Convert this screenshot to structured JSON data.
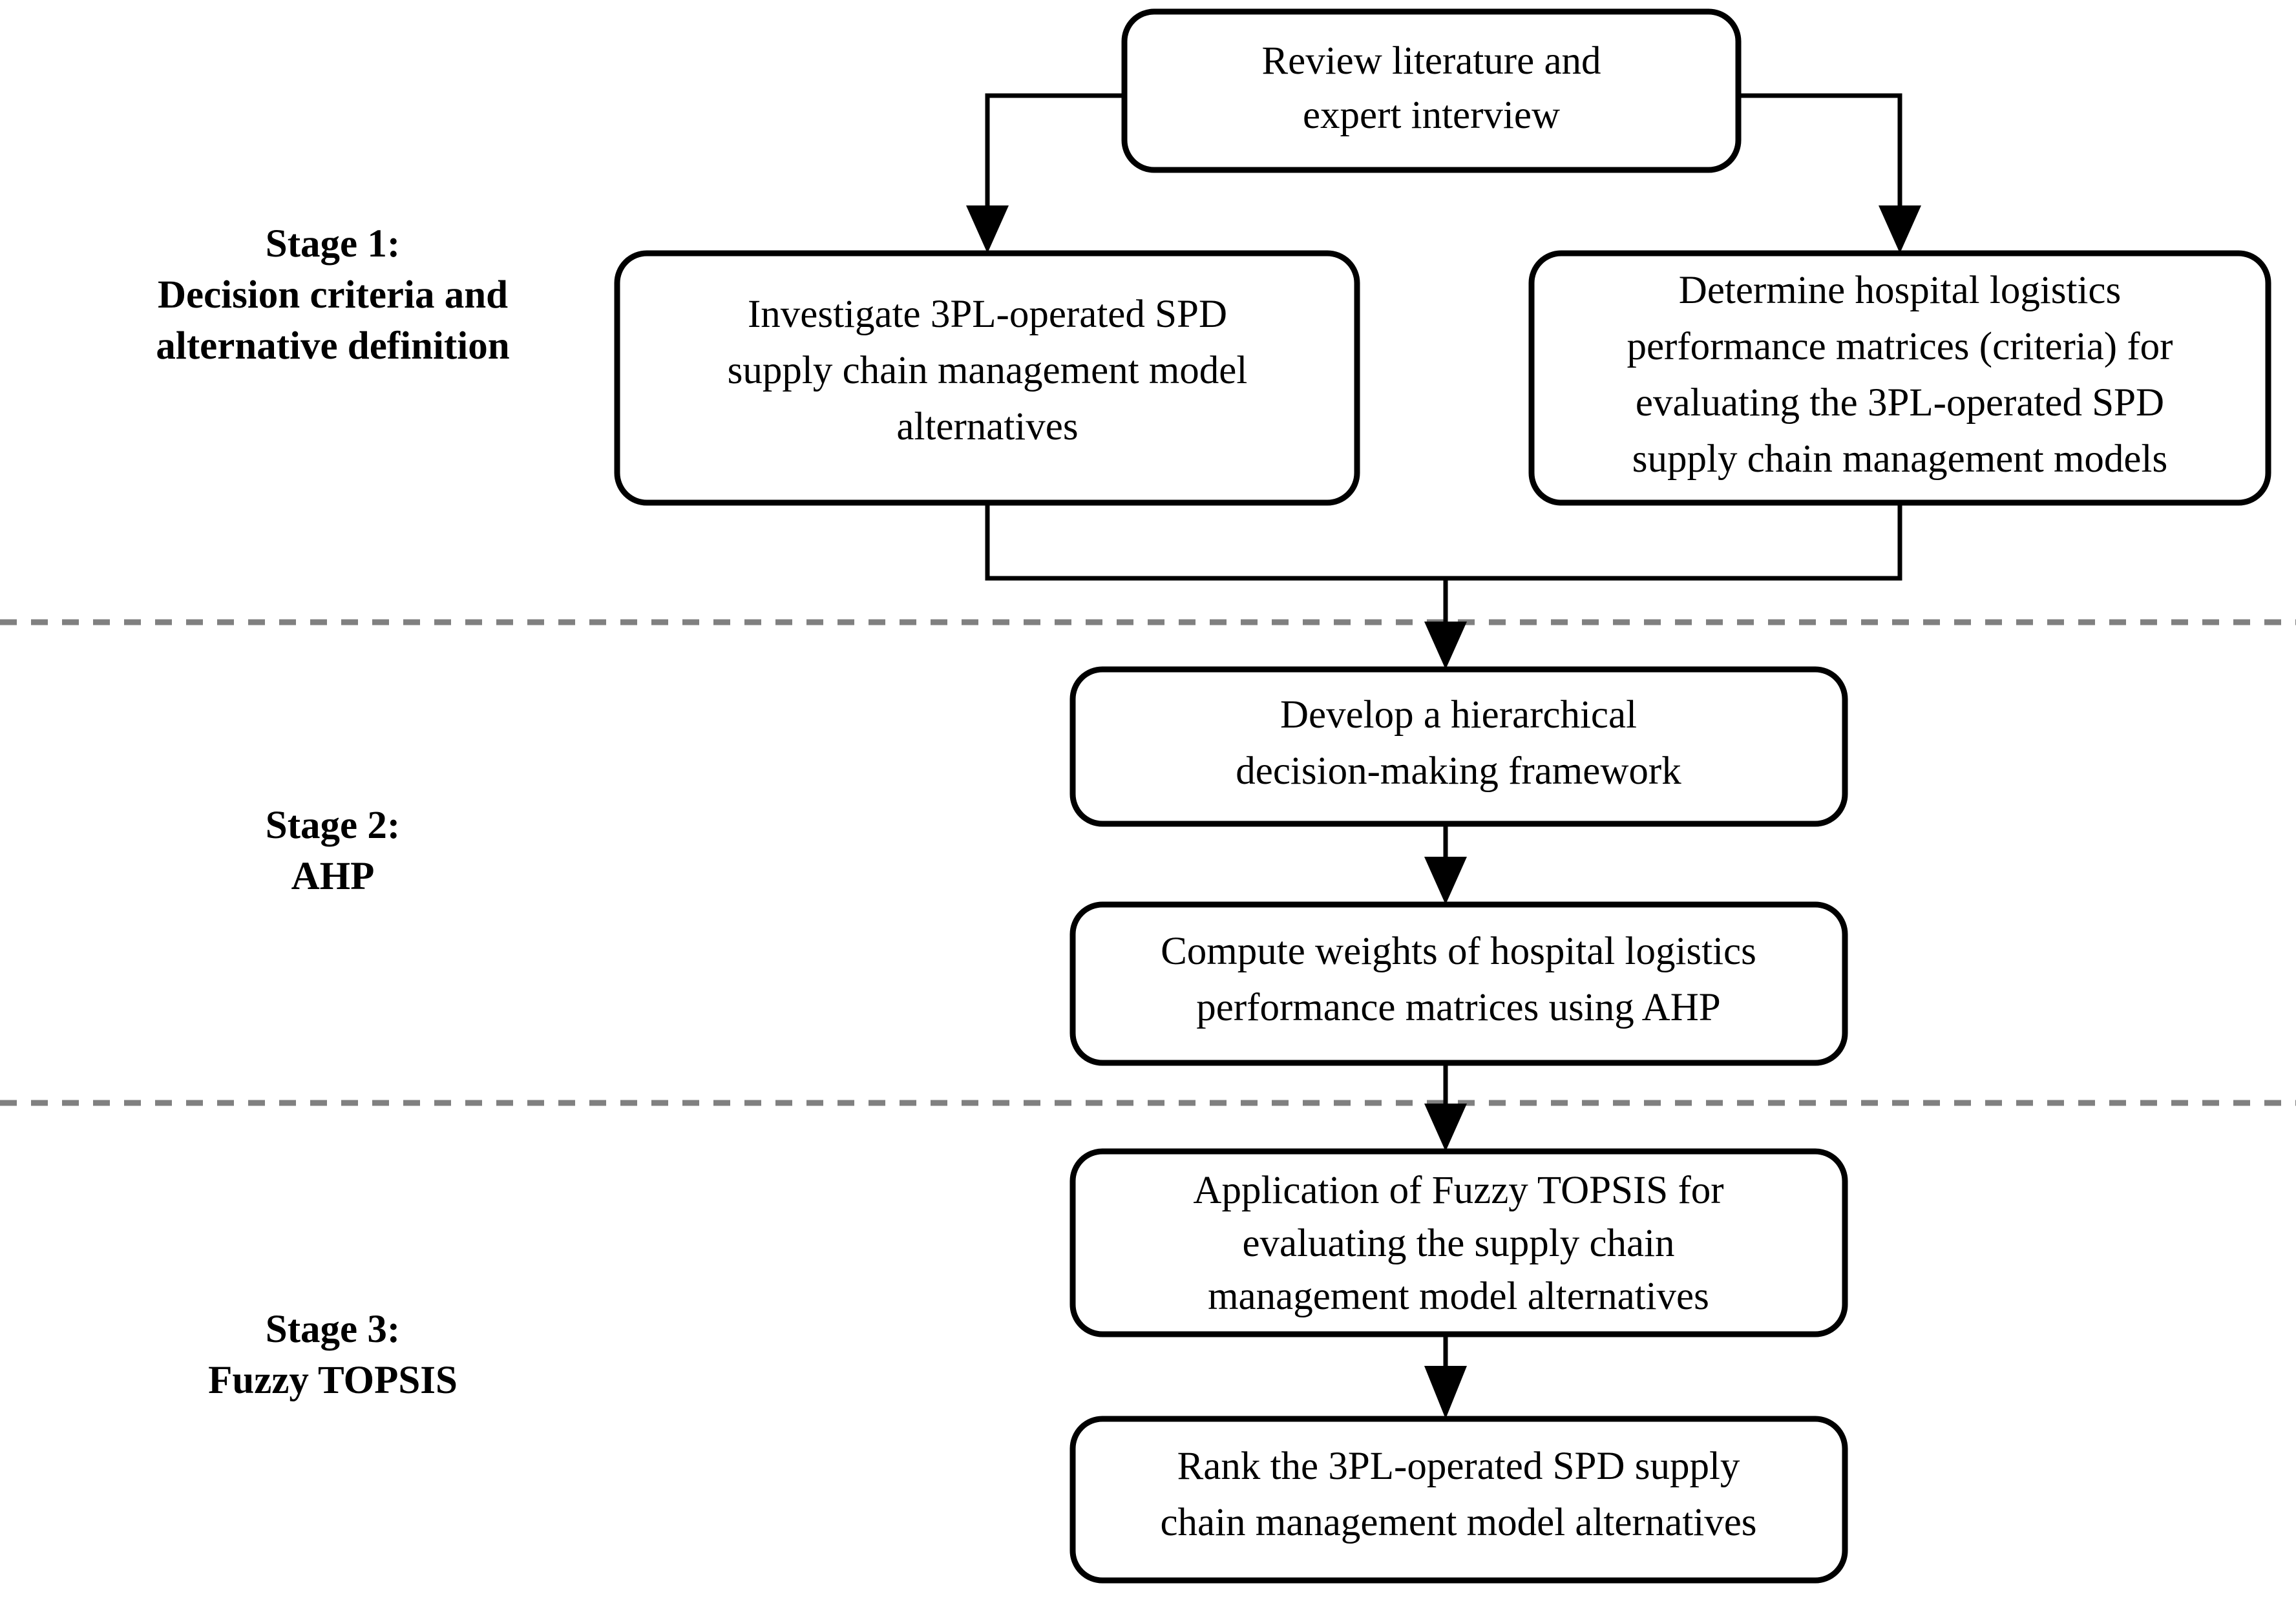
{
  "diagram": {
    "title": "Three-stage research methodology flowchart",
    "colors": {
      "node_stroke": "#000000",
      "node_fill": "#ffffff",
      "connector": "#000000",
      "divider": "#808080",
      "text": "#000000"
    },
    "stage_labels": [
      {
        "id": "stage-1",
        "line1": "Stage 1:",
        "line2": "Decision criteria and",
        "line3": "alternative definition"
      },
      {
        "id": "stage-2",
        "line1": "Stage 2:",
        "line2": "AHP",
        "line3": ""
      },
      {
        "id": "stage-3",
        "line1": "Stage 3:",
        "line2": "Fuzzy TOPSIS",
        "line3": ""
      }
    ],
    "nodes": [
      {
        "id": "review-literature",
        "stage": "stage-1",
        "lines": [
          "Review literature and",
          "expert interview"
        ]
      },
      {
        "id": "investigate-alternatives",
        "stage": "stage-1",
        "lines": [
          "Investigate 3PL-operated SPD",
          "supply chain management model",
          "alternatives"
        ]
      },
      {
        "id": "determine-criteria",
        "stage": "stage-1",
        "lines": [
          "Determine hospital logistics",
          "performance matrices (criteria) for",
          "evaluating the 3PL-operated SPD",
          "supply chain management models"
        ]
      },
      {
        "id": "develop-framework",
        "stage": "stage-2",
        "lines": [
          "Develop a hierarchical",
          "decision-making framework"
        ]
      },
      {
        "id": "compute-weights",
        "stage": "stage-2",
        "lines": [
          "Compute weights of hospital logistics",
          "performance matrices using AHP"
        ]
      },
      {
        "id": "apply-fuzzy-topsis",
        "stage": "stage-3",
        "lines": [
          "Application of Fuzzy TOPSIS for",
          "evaluating the supply chain",
          "management model alternatives"
        ]
      },
      {
        "id": "rank-alternatives",
        "stage": "stage-3",
        "lines": [
          "Rank the 3PL-operated SPD supply",
          "chain management model alternatives"
        ]
      }
    ],
    "edges": [
      {
        "id": "edge-review-to-investigate",
        "from": "review-literature",
        "to": "investigate-alternatives",
        "style": "elbow-left"
      },
      {
        "id": "edge-review-to-determine",
        "from": "review-literature",
        "to": "determine-criteria",
        "style": "elbow-right"
      },
      {
        "id": "edge-stage1-merge-to-framework",
        "from": "investigate-alternatives+determine-criteria",
        "to": "develop-framework",
        "style": "merge-down"
      },
      {
        "id": "edge-framework-to-weights",
        "from": "develop-framework",
        "to": "compute-weights",
        "style": "straight-down"
      },
      {
        "id": "edge-weights-to-topsis",
        "from": "compute-weights",
        "to": "apply-fuzzy-topsis",
        "style": "straight-down"
      },
      {
        "id": "edge-topsis-to-rank",
        "from": "apply-fuzzy-topsis",
        "to": "rank-alternatives",
        "style": "straight-down"
      }
    ],
    "dividers": [
      {
        "id": "divider-stage1-stage2",
        "between": "stage-1 / stage-2"
      },
      {
        "id": "divider-stage2-stage3",
        "between": "stage-2 / stage-3"
      }
    ]
  }
}
